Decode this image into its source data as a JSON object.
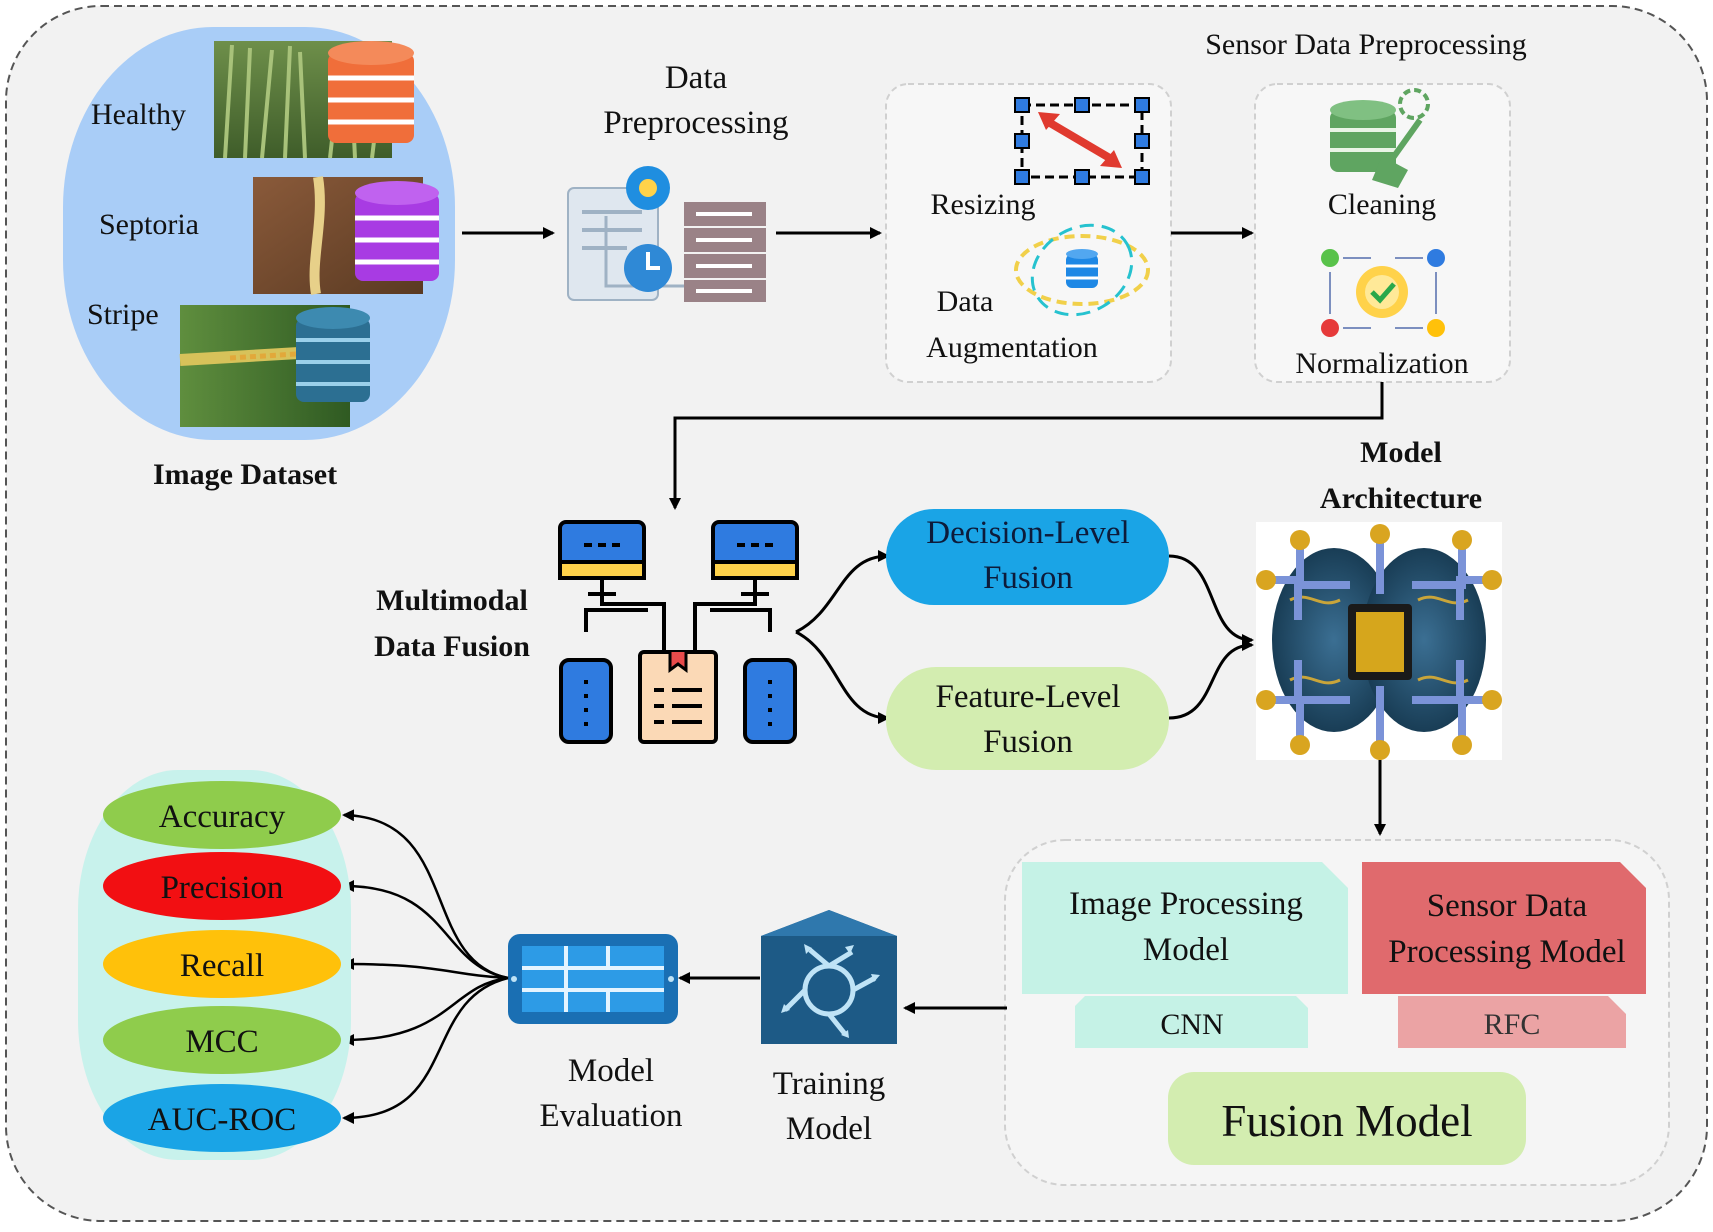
{
  "diagram": {
    "image_dataset": {
      "title": "Image Dataset",
      "classes": [
        "Healthy",
        "Septoria",
        "Stripe"
      ]
    },
    "data_preprocessing": {
      "line1": "Data",
      "line2": "Preprocessing"
    },
    "sensor_preprocessing": {
      "title": "Sensor Data Preprocessing",
      "resizing": "Resizing",
      "augmentation_line1": "Data",
      "augmentation_line2": "Augmentation",
      "cleaning": "Cleaning",
      "normalization": "Normalization"
    },
    "fusion": {
      "label_line1": "Multimodal",
      "label_line2": "Data Fusion",
      "decision_line1": "Decision-Level",
      "decision_line2": "Fusion",
      "feature_line1": "Feature-Level",
      "feature_line2": "Fusion"
    },
    "model_architecture": {
      "line1": "Model",
      "line2": "Architecture"
    },
    "fusion_model": {
      "image_model_line1": "Image Processing",
      "image_model_line2": "Model",
      "image_model_algo": "CNN",
      "sensor_model_line1": "Sensor Data",
      "sensor_model_line2": "Processing Model",
      "sensor_model_algo": "RFC",
      "title": "Fusion Model"
    },
    "training": {
      "line1": "Training",
      "line2": "Model"
    },
    "evaluation": {
      "line1": "Model",
      "line2": "Evaluation"
    },
    "metrics": [
      "Accuracy",
      "Precision",
      "Recall",
      "MCC",
      "AUC-ROC"
    ]
  },
  "colors": {
    "canvas_bg": "#f2f2f2",
    "dataset_bg": "#a9cdf7",
    "metrics_bg": "#c8f2ec",
    "decision_pill": "#1aa4e6",
    "feature_pill": "#d3edb0",
    "image_model": "#c5f2e6",
    "sensor_model": "#e06a6d",
    "rfc_tab": "#eba3a4",
    "fusion_model": "#d3edb0",
    "metric_accuracy": "#8fcc4c",
    "metric_precision": "#f20f12",
    "metric_recall": "#ffc10a",
    "metric_mcc": "#8fcc4c",
    "metric_aucroc": "#1aa4e6"
  }
}
